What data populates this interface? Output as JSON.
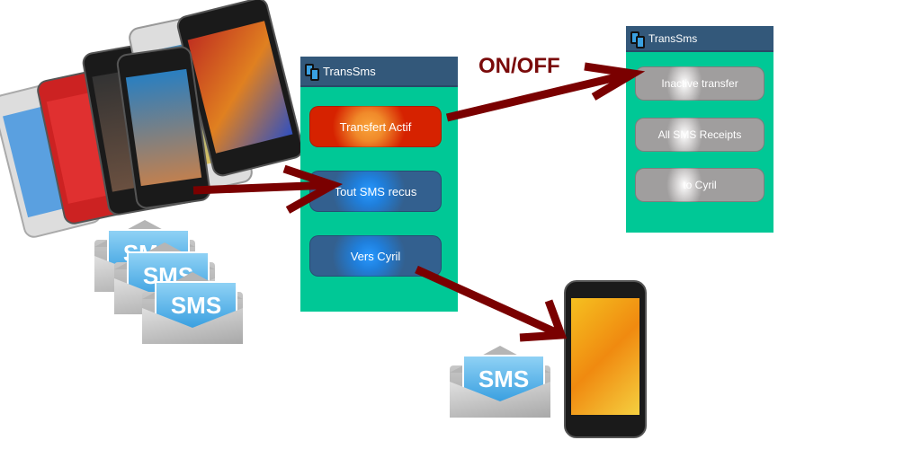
{
  "arrow_color": "#7a0000",
  "label_onoff": "ON/OFF",
  "app_french": {
    "title": "TransSms",
    "buttons": [
      {
        "label": "Transfert Actif",
        "color": "#d62200"
      },
      {
        "label": "Tout SMS recus",
        "color": "#33608f"
      },
      {
        "label": "Vers Cyril",
        "color": "#33608f"
      }
    ]
  },
  "app_english": {
    "title": "TransSms",
    "buttons": [
      {
        "label": "Inactive transfer"
      },
      {
        "label": "All SMS Receipts"
      },
      {
        "label": "to Cyril"
      }
    ]
  },
  "envelopes": [
    "SMS",
    "SMS",
    "SMS",
    "SMS"
  ],
  "icons": [
    "smartphones-group",
    "sms-envelope",
    "android-phone",
    "app-icon"
  ]
}
